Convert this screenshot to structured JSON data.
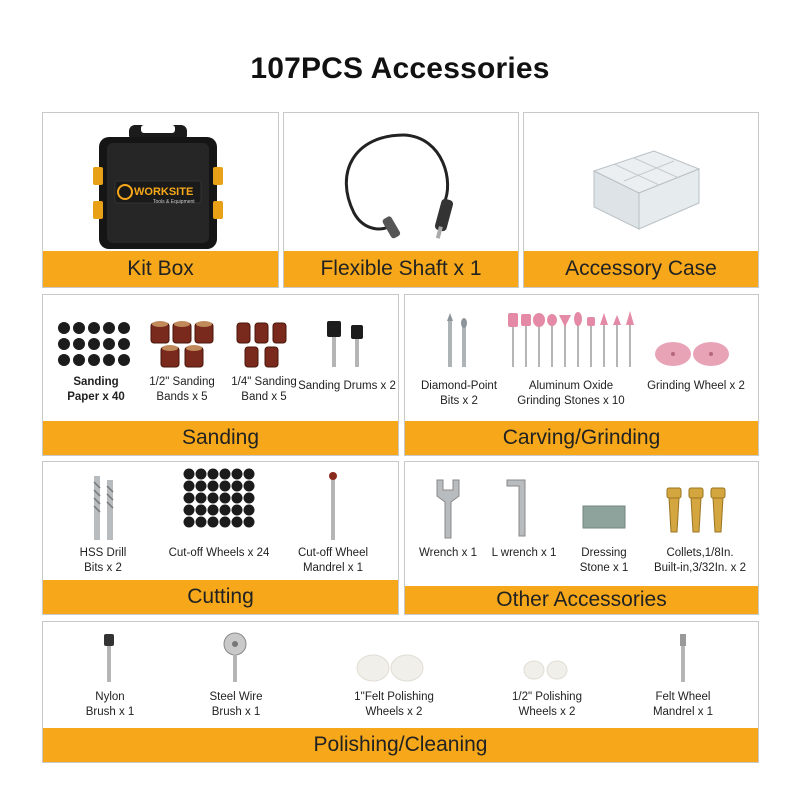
{
  "title": "107PCS Accessories",
  "colors": {
    "bar": "#f6a81a",
    "border": "#c9c9c9"
  },
  "top": {
    "kit_box": "Kit Box",
    "kit_brand": "WORKSITE",
    "kit_tagline": "Tools & Equipment",
    "flexible_shaft": "Flexible Shaft x 1",
    "accessory_case": "Accessory Case"
  },
  "sanding": {
    "title": "Sanding",
    "paper_l1": "Sanding",
    "paper_l2": "Paper x 40",
    "band_half_l1": "1/2\" Sanding",
    "band_half_l2": "Bands x 5",
    "band_quarter_l1": "1/4\" Sanding",
    "band_quarter_l2": "Band x 5",
    "drums": "Sanding Drums x 2"
  },
  "carving": {
    "title": "Carving/Grinding",
    "diamond_l1": "Diamond-Point",
    "diamond_l2": "Bits x 2",
    "oxide_l1": "Aluminum Oxide",
    "oxide_l2": "Grinding Stones x 10",
    "wheel": "Grinding Wheel x 2"
  },
  "cutting": {
    "title": "Cutting",
    "hss_l1": "HSS Drill",
    "hss_l2": "Bits x 2",
    "cutoff": "Cut-off Wheels x 24",
    "mandrel_l1": "Cut-off Wheel",
    "mandrel_l2": "Mandrel x 1"
  },
  "other": {
    "title": "Other Accessories",
    "wrench": "Wrench x 1",
    "lwrench": "L wrench x 1",
    "dressing_l1": "Dressing",
    "dressing_l2": "Stone x 1",
    "collets_l1": "Collets,1/8In.",
    "collets_l2": "Built-in,3/32In. x 2"
  },
  "polishing": {
    "title": "Polishing/Cleaning",
    "nylon_l1": "Nylon",
    "nylon_l2": "Brush x 1",
    "steel_l1": "Steel Wire",
    "steel_l2": "Brush x 1",
    "felt1_l1": "1''Felt Polishing",
    "felt1_l2": "Wheels x 2",
    "felt_half_l1": "1/2\" Polishing",
    "felt_half_l2": "Wheels x 2",
    "felt_mandrel_l1": "Felt Wheel",
    "felt_mandrel_l2": "Mandrel x 1"
  }
}
